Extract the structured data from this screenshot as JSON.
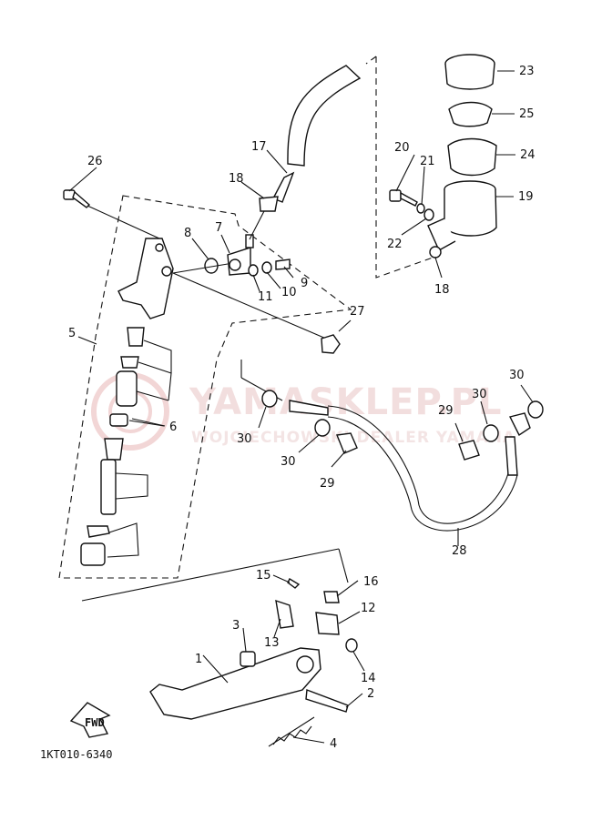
{
  "watermark": {
    "main": "YAMASKLEP.PL",
    "sub": "WOJCIECHOWSKI DEALER YAMAHA"
  },
  "diagram_code": "1KT010-6340",
  "fwd_label": "FWD",
  "callouts": {
    "c1": "1",
    "c2": "2",
    "c3": "3",
    "c4": "4",
    "c5": "5",
    "c6": "6",
    "c7": "7",
    "c8": "8",
    "c9": "9",
    "c10": "10",
    "c11": "11",
    "c12": "12",
    "c13": "13",
    "c14": "14",
    "c15": "15",
    "c16": "16",
    "c17": "17",
    "c18a": "18",
    "c18b": "18",
    "c19": "19",
    "c20": "20",
    "c21": "21",
    "c22": "22",
    "c23": "23",
    "c24": "24",
    "c25": "25",
    "c26": "26",
    "c27": "27",
    "c28": "28",
    "c29a": "29",
    "c29b": "29",
    "c30a": "30",
    "c30b": "30",
    "c30c": "30",
    "c30d": "30"
  }
}
